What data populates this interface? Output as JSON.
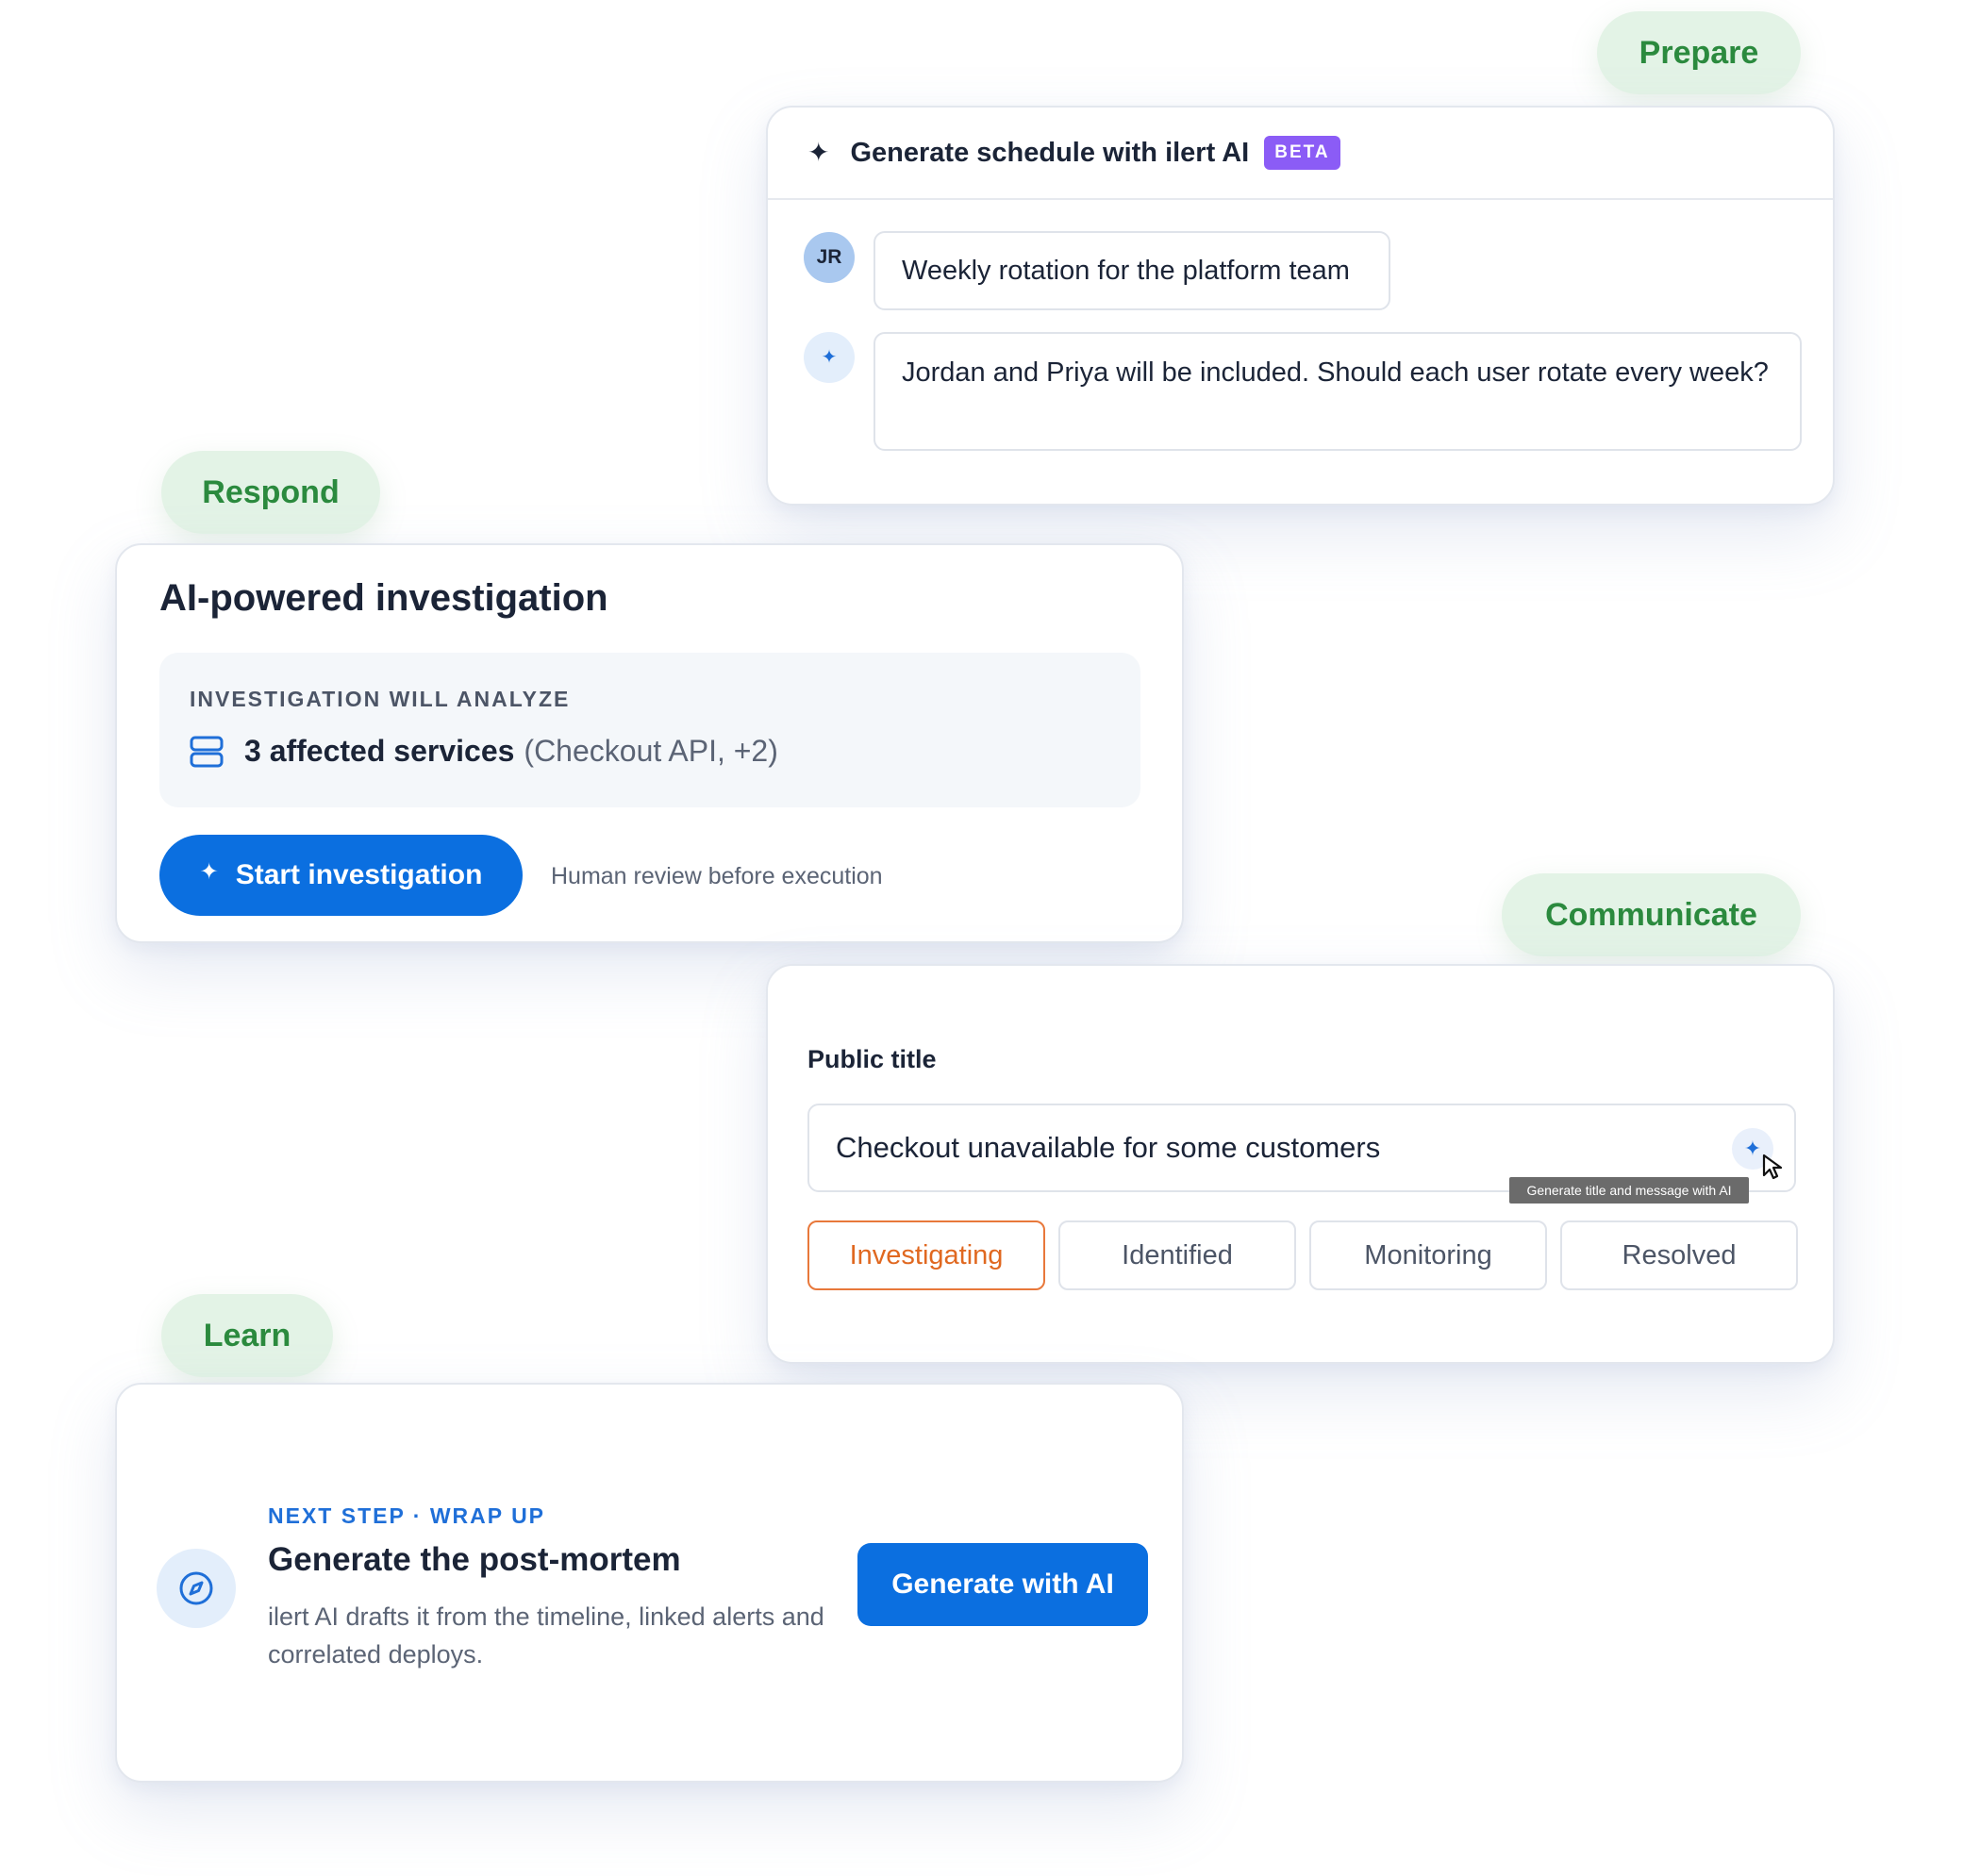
{
  "stages": {
    "prepare": "Prepare",
    "respond": "Respond",
    "communicate": "Communicate",
    "learn": "Learn"
  },
  "prepare": {
    "header_title": "Generate schedule with ilert AI",
    "badge": "BETA",
    "user_avatar": "JR",
    "user_message": "Weekly rotation for the platform team",
    "ai_message": "Jordan and Priya will be included. Should each user rotate every week?"
  },
  "respond": {
    "title": "AI-powered investigation",
    "analyze_label": "INVESTIGATION WILL ANALYZE",
    "services_count": "3 affected services",
    "services_detail": "(Checkout API, +2)",
    "start_button": "Start investigation",
    "review_note": "Human review before execution"
  },
  "communicate": {
    "field_label": "Public title",
    "title_value": "Checkout unavailable for some customers",
    "tooltip": "Generate title and message with AI",
    "statuses": [
      "Investigating",
      "Identified",
      "Monitoring",
      "Resolved"
    ],
    "active_status": "Investigating"
  },
  "learn": {
    "step_label": "NEXT STEP · WRAP UP",
    "title": "Generate the post-mortem",
    "description": "ilert AI drafts it from the timeline, linked alerts and correlated deploys.",
    "button": "Generate with AI"
  },
  "colors": {
    "accent_blue": "#0b6fe0",
    "stage_green": "#2b8a3e",
    "stage_bg": "#e3f3e6",
    "beta_purple": "#8b5cf6",
    "active_orange": "#e06820"
  },
  "icons": {
    "sparkle": "sparkle-icon",
    "server": "server-icon",
    "compass": "compass-icon",
    "cursor": "cursor-icon"
  }
}
